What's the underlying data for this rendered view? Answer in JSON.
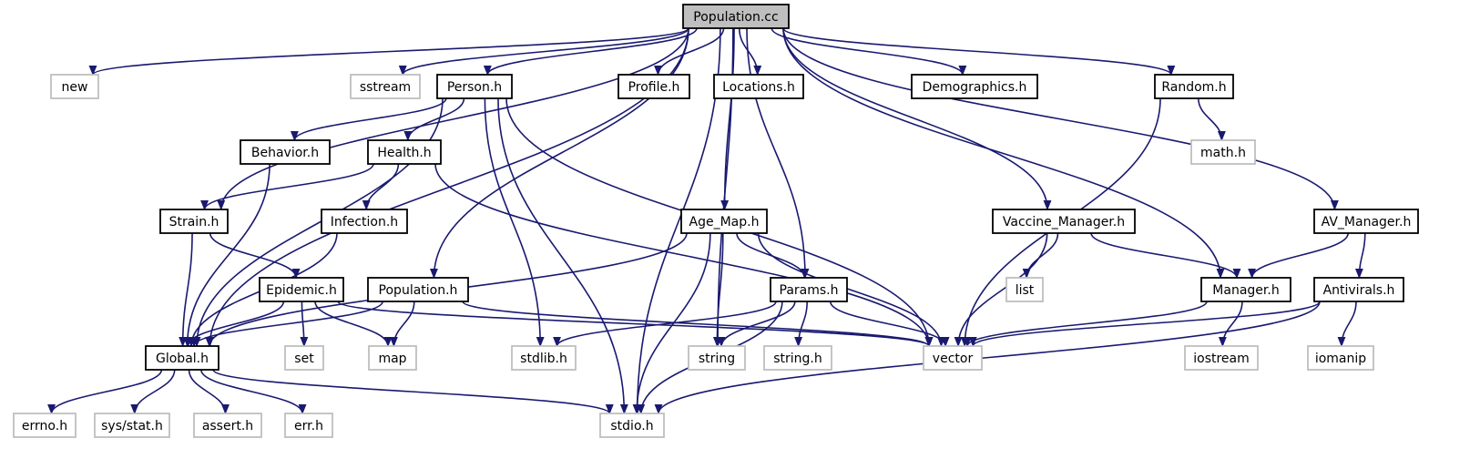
{
  "title": "",
  "colors": {
    "edge": "#191970",
    "root_fill": "#bfbfbf",
    "node_border": "#000000",
    "external_border": "#bfbfbf",
    "background": "#ffffff"
  },
  "nodes": [
    {
      "id": "population_cc",
      "label": "Population.cc",
      "kind": "root"
    },
    {
      "id": "new",
      "label": "new",
      "kind": "external"
    },
    {
      "id": "sstream",
      "label": "sstream",
      "kind": "external"
    },
    {
      "id": "person_h",
      "label": "Person.h",
      "kind": "local"
    },
    {
      "id": "profile_h",
      "label": "Profile.h",
      "kind": "local"
    },
    {
      "id": "locations_h",
      "label": "Locations.h",
      "kind": "local"
    },
    {
      "id": "demographics_h",
      "label": "Demographics.h",
      "kind": "local"
    },
    {
      "id": "random_h",
      "label": "Random.h",
      "kind": "local"
    },
    {
      "id": "math_h",
      "label": "math.h",
      "kind": "external"
    },
    {
      "id": "behavior_h",
      "label": "Behavior.h",
      "kind": "local"
    },
    {
      "id": "health_h",
      "label": "Health.h",
      "kind": "local"
    },
    {
      "id": "strain_h",
      "label": "Strain.h",
      "kind": "local"
    },
    {
      "id": "infection_h",
      "label": "Infection.h",
      "kind": "local"
    },
    {
      "id": "age_map_h",
      "label": "Age_Map.h",
      "kind": "local"
    },
    {
      "id": "vaccine_manager_h",
      "label": "Vaccine_Manager.h",
      "kind": "local"
    },
    {
      "id": "av_manager_h",
      "label": "AV_Manager.h",
      "kind": "local"
    },
    {
      "id": "epidemic_h",
      "label": "Epidemic.h",
      "kind": "local"
    },
    {
      "id": "population_h",
      "label": "Population.h",
      "kind": "local"
    },
    {
      "id": "params_h",
      "label": "Params.h",
      "kind": "local"
    },
    {
      "id": "list",
      "label": "list",
      "kind": "external"
    },
    {
      "id": "manager_h",
      "label": "Manager.h",
      "kind": "local"
    },
    {
      "id": "antivirals_h",
      "label": "Antivirals.h",
      "kind": "local"
    },
    {
      "id": "global_h",
      "label": "Global.h",
      "kind": "local"
    },
    {
      "id": "set",
      "label": "set",
      "kind": "external"
    },
    {
      "id": "map",
      "label": "map",
      "kind": "external"
    },
    {
      "id": "stdlib_h",
      "label": "stdlib.h",
      "kind": "external"
    },
    {
      "id": "string",
      "label": "string",
      "kind": "external"
    },
    {
      "id": "string_h",
      "label": "string.h",
      "kind": "external"
    },
    {
      "id": "vector",
      "label": "vector",
      "kind": "external"
    },
    {
      "id": "iostream",
      "label": "iostream",
      "kind": "external"
    },
    {
      "id": "iomanip",
      "label": "iomanip",
      "kind": "external"
    },
    {
      "id": "errno_h",
      "label": "errno.h",
      "kind": "external"
    },
    {
      "id": "sys_stat_h",
      "label": "sys/stat.h",
      "kind": "external"
    },
    {
      "id": "assert_h",
      "label": "assert.h",
      "kind": "external"
    },
    {
      "id": "err_h",
      "label": "err.h",
      "kind": "external"
    },
    {
      "id": "stdio_h",
      "label": "stdio.h",
      "kind": "external"
    }
  ],
  "edges": [
    [
      "population_cc",
      "new"
    ],
    [
      "population_cc",
      "sstream"
    ],
    [
      "population_cc",
      "person_h"
    ],
    [
      "population_cc",
      "profile_h"
    ],
    [
      "population_cc",
      "locations_h"
    ],
    [
      "population_cc",
      "demographics_h"
    ],
    [
      "population_cc",
      "random_h"
    ],
    [
      "population_cc",
      "global_h"
    ],
    [
      "population_cc",
      "strain_h"
    ],
    [
      "population_cc",
      "population_h"
    ],
    [
      "population_cc",
      "stdio_h"
    ],
    [
      "population_cc",
      "age_map_h"
    ],
    [
      "population_cc",
      "string"
    ],
    [
      "population_cc",
      "params_h"
    ],
    [
      "population_cc",
      "vaccine_manager_h"
    ],
    [
      "population_cc",
      "manager_h"
    ],
    [
      "population_cc",
      "av_manager_h"
    ],
    [
      "person_h",
      "behavior_h"
    ],
    [
      "person_h",
      "health_h"
    ],
    [
      "person_h",
      "global_h"
    ],
    [
      "person_h",
      "stdlib_h"
    ],
    [
      "person_h",
      "stdio_h"
    ],
    [
      "person_h",
      "vector"
    ],
    [
      "random_h",
      "math_h"
    ],
    [
      "random_h",
      "vector"
    ],
    [
      "behavior_h",
      "global_h"
    ],
    [
      "health_h",
      "strain_h"
    ],
    [
      "health_h",
      "infection_h"
    ],
    [
      "health_h",
      "vector"
    ],
    [
      "strain_h",
      "epidemic_h"
    ],
    [
      "strain_h",
      "global_h"
    ],
    [
      "infection_h",
      "global_h"
    ],
    [
      "age_map_h",
      "params_h"
    ],
    [
      "age_map_h",
      "global_h"
    ],
    [
      "age_map_h",
      "string"
    ],
    [
      "age_map_h",
      "stdio_h"
    ],
    [
      "age_map_h",
      "vector"
    ],
    [
      "vaccine_manager_h",
      "list"
    ],
    [
      "vaccine_manager_h",
      "manager_h"
    ],
    [
      "vaccine_manager_h",
      "vector"
    ],
    [
      "av_manager_h",
      "manager_h"
    ],
    [
      "av_manager_h",
      "antivirals_h"
    ],
    [
      "epidemic_h",
      "global_h"
    ],
    [
      "epidemic_h",
      "set"
    ],
    [
      "epidemic_h",
      "map"
    ],
    [
      "epidemic_h",
      "vector"
    ],
    [
      "population_h",
      "global_h"
    ],
    [
      "population_h",
      "map"
    ],
    [
      "population_h",
      "vector"
    ],
    [
      "params_h",
      "stdlib_h"
    ],
    [
      "params_h",
      "string"
    ],
    [
      "params_h",
      "string_h"
    ],
    [
      "params_h",
      "vector"
    ],
    [
      "params_h",
      "stdio_h"
    ],
    [
      "manager_h",
      "vector"
    ],
    [
      "manager_h",
      "iostream"
    ],
    [
      "antivirals_h",
      "vector"
    ],
    [
      "antivirals_h",
      "iomanip"
    ],
    [
      "antivirals_h",
      "stdio_h"
    ],
    [
      "global_h",
      "errno_h"
    ],
    [
      "global_h",
      "sys_stat_h"
    ],
    [
      "global_h",
      "assert_h"
    ],
    [
      "global_h",
      "err_h"
    ],
    [
      "global_h",
      "stdio_h"
    ]
  ]
}
